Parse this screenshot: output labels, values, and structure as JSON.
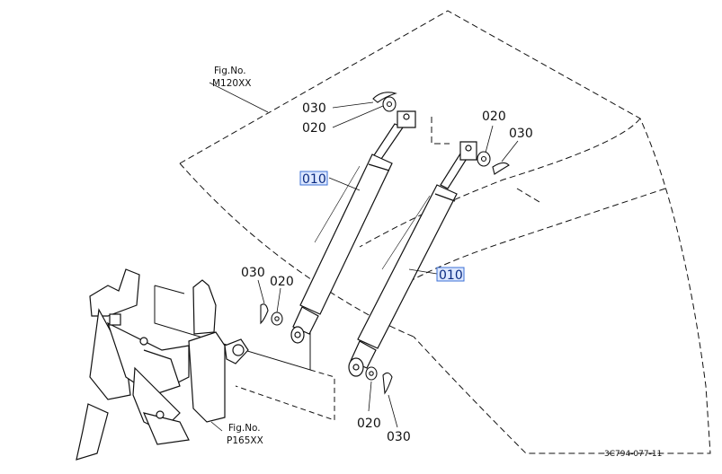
{
  "figure": {
    "ref_top": {
      "caption": "Fig.No.",
      "code": "M120XX"
    },
    "ref_bottom": {
      "caption": "Fig.No.",
      "code": "P165XX"
    },
    "drawing_number": "3C794-077-11"
  },
  "parts": [
    {
      "number": "010",
      "highlighted": true
    },
    {
      "number": "020",
      "highlighted": false
    },
    {
      "number": "030",
      "highlighted": false
    }
  ],
  "callouts": {
    "c030_top": "030",
    "c020_top": "020",
    "c020_topright": "020",
    "c030_topright": "030",
    "c010_left": "010",
    "c010_right": "010",
    "c030_mid": "030",
    "c020_mid": "020",
    "c020_bottom": "020",
    "c030_bottom": "030"
  },
  "colors": {
    "line": "#111111",
    "hotspot_fill": "#dde8ff",
    "hotspot_stroke": "#3b6fd6"
  }
}
